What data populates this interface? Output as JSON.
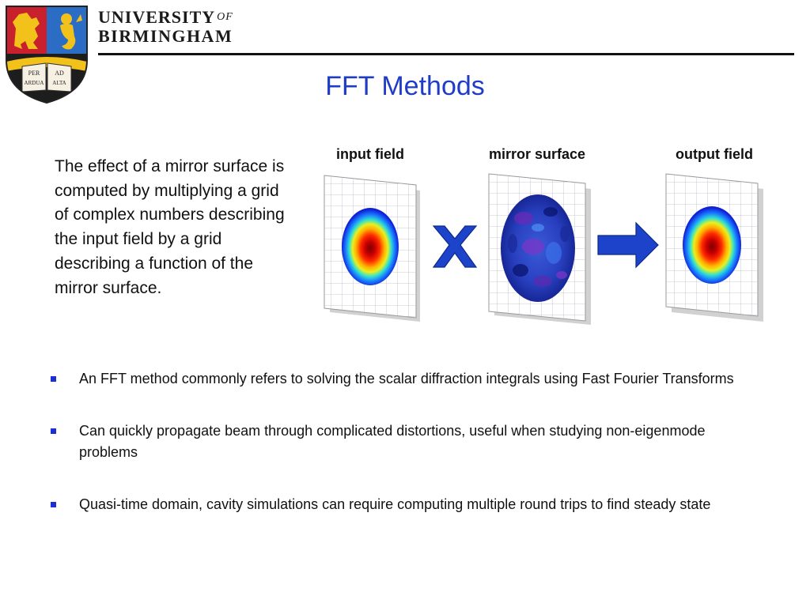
{
  "header": {
    "logo_line1": "UNIVERSITY",
    "logo_of": "OF",
    "logo_line2": "BIRMINGHAM",
    "crest_text": [
      "PER",
      "AD",
      "ARDUA",
      "ALTA"
    ]
  },
  "title": "FFT Methods",
  "intro_text": "The effect of a mirror surface is computed by multiplying a grid of complex numbers describing the input field by a grid describing a function of the mirror surface.",
  "figure": {
    "captions": {
      "input": "input field",
      "mirror": "mirror surface",
      "output": "output field"
    },
    "operator_multiply": "multiply-icon",
    "operator_arrow": "arrow-right-icon"
  },
  "bullets": [
    "An FFT method commonly refers to solving the scalar diffraction integrals using Fast Fourier Transforms",
    "Can quickly propagate beam through complicated distortions, useful when studying non-eigenmode problems",
    "Quasi-time domain, cavity simulations can require computing multiple round trips to find steady state"
  ],
  "colors": {
    "title": "#1f3cc6",
    "bullet": "#1b2fd4",
    "crest_red": "#c8202c",
    "crest_blue": "#2b6cc4",
    "crest_gold": "#f2c21b",
    "operator_blue": "#1c43c9"
  }
}
